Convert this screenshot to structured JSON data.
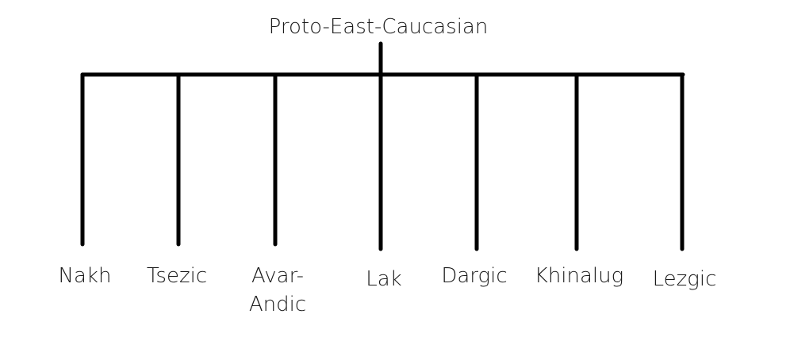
{
  "tree": {
    "root": "Proto-East-Caucasian",
    "line_color": "#000000",
    "branches": [
      {
        "id": "nakh",
        "label": "Nakh"
      },
      {
        "id": "tsezic",
        "label": "Tsezic"
      },
      {
        "id": "avar-andic",
        "label_line1": "Avar-",
        "label_line2": "Andic"
      },
      {
        "id": "lak",
        "label": "Lak"
      },
      {
        "id": "dargic",
        "label": "Dargic"
      },
      {
        "id": "khinalug",
        "label": "Khinalug"
      },
      {
        "id": "lezgic",
        "label": "Lezgic"
      }
    ]
  }
}
